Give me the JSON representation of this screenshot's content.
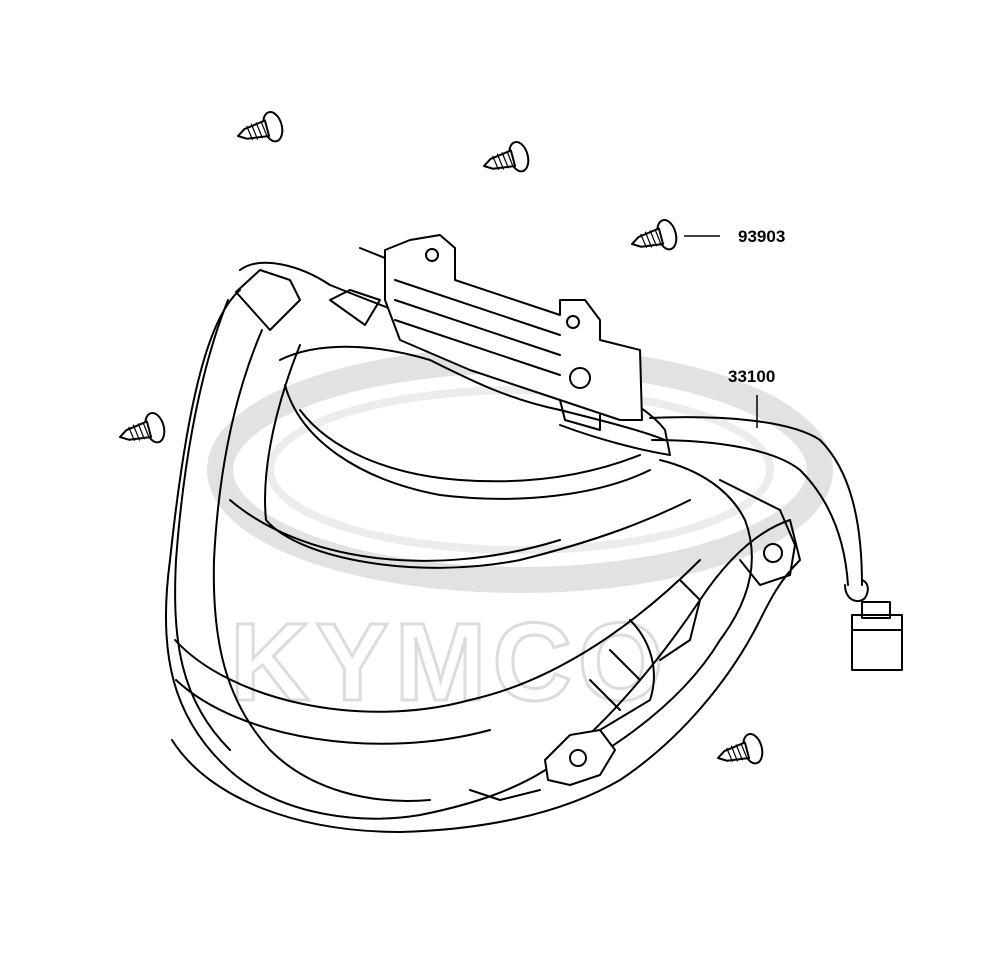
{
  "watermark": {
    "text": "KYMCO"
  },
  "parts": [
    {
      "number": "93903"
    },
    {
      "number": "33100"
    }
  ]
}
